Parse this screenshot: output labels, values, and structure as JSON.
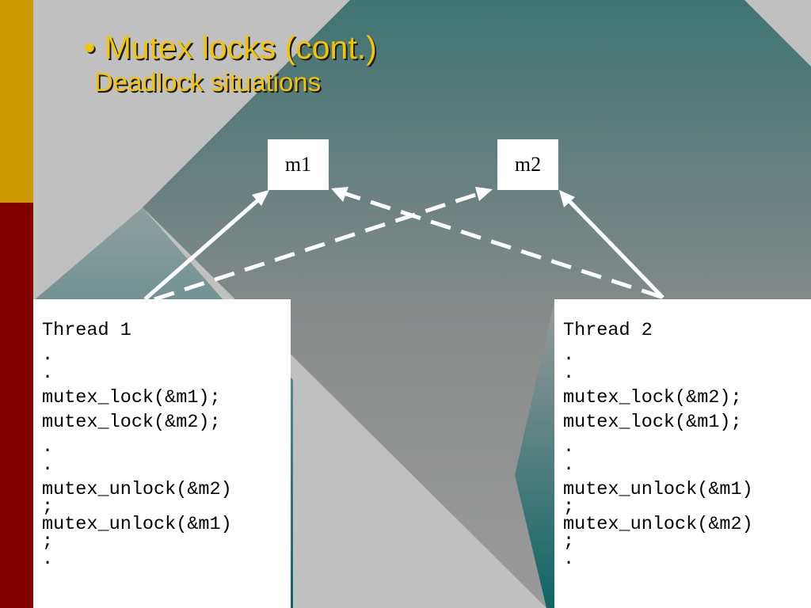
{
  "slide": {
    "title_line1": "• Mutex locks (cont.)",
    "title_line2": "Deadlock situations"
  },
  "colors": {
    "title": "#f5c400",
    "side_bar_top": "#cc9900",
    "side_bar_bottom": "#800000",
    "teal_triangle": "#3f7472",
    "teal_bottom": "#0e6564",
    "gray": "#c0c0c0"
  },
  "mutexes": {
    "m1_label": "m1",
    "m2_label": "m2"
  },
  "edges": [
    {
      "from": "Thread 1",
      "to": "m1",
      "style": "solid"
    },
    {
      "from": "Thread 1",
      "to": "m2",
      "style": "dashed"
    },
    {
      "from": "Thread 2",
      "to": "m2",
      "style": "solid"
    },
    {
      "from": "Thread 2",
      "to": "m1",
      "style": "dashed"
    }
  ],
  "thread1": {
    "lines": [
      "Thread 1",
      ".",
      ".",
      "mutex_lock(&m1);",
      "mutex_lock(&m2);",
      ".",
      ".",
      "mutex_unlock(&m2)",
      ";",
      "mutex_unlock(&m1)",
      ";",
      "."
    ]
  },
  "thread2": {
    "lines": [
      "Thread 2",
      ".",
      ".",
      "mutex_lock(&m2);",
      "mutex_lock(&m1);",
      ".",
      ".",
      "mutex_unlock(&m1)",
      ";",
      "mutex_unlock(&m2)",
      ";",
      "."
    ]
  }
}
